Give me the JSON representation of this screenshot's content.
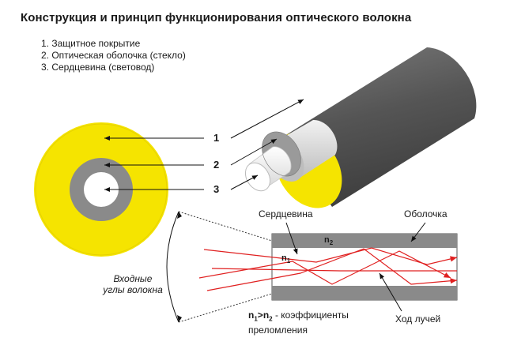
{
  "title": "Конструкция и принцип функционирования оптического волокна",
  "legend": [
    "1. Защитное покрытие",
    "2. Оптическая оболочка (стекло)",
    "3. Сердцевина (световод)"
  ],
  "markers": [
    "1",
    "2",
    "3"
  ],
  "labels": {
    "core": "Сердцевина",
    "cladding": "Оболочка",
    "input_angles_line1": "Входные",
    "input_angles_line2": "углы волокна",
    "n2": "n",
    "n2_sub": "2",
    "n1": "n",
    "n1_sub": "1",
    "coeff_n1": "n",
    "coeff_n1_sub": "1",
    "coeff_gt": ">",
    "coeff_n2": "n",
    "coeff_n2_sub": "2",
    "coeff_text": " - коэффициенты",
    "coeff_line2": "преломления",
    "ray_path": "Ход лучей"
  },
  "colors": {
    "coating": "#f5e400",
    "cladding": "#8a8a8a",
    "core": "#ffffff",
    "ray": "#e02020",
    "jacket": "#5a5a5a"
  }
}
